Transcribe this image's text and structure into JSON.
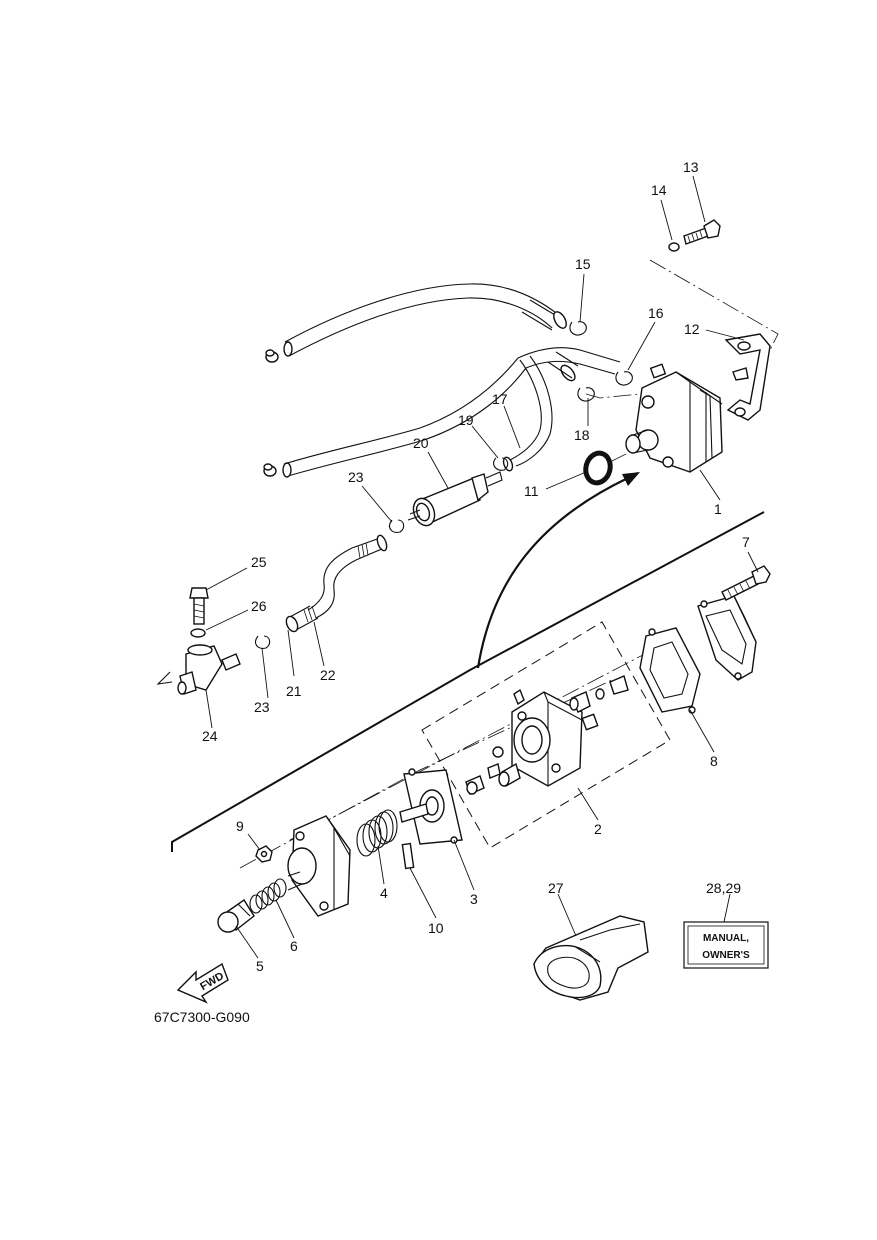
{
  "diagram_code": "67C7300-G090",
  "fwd_label": "FWD",
  "manual_box": {
    "line1": "MANUAL,",
    "line2": "OWNER'S"
  },
  "callouts": {
    "c1": "1",
    "c2": "2",
    "c3": "3",
    "c4": "4",
    "c5": "5",
    "c6": "6",
    "c7": "7",
    "c8": "8",
    "c9": "9",
    "c10": "10",
    "c11": "11",
    "c12": "12",
    "c13": "13",
    "c14": "14",
    "c15": "15",
    "c16": "16",
    "c17": "17",
    "c18": "18",
    "c19": "19",
    "c20": "20",
    "c21": "21",
    "c22": "22",
    "c23a": "23",
    "c23b": "23",
    "c24": "24",
    "c25": "25",
    "c26": "26",
    "c27": "27",
    "c2829": "28,29"
  }
}
